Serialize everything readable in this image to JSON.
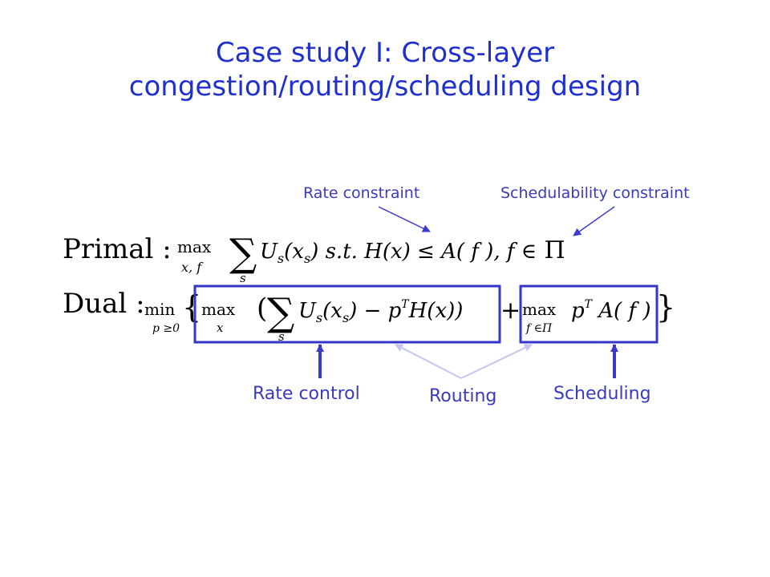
{
  "slide": {
    "title_line1": "Case study I: Cross-layer",
    "title_line2": "congestion/routing/scheduling design"
  },
  "annotations": {
    "rate_constraint": "Rate constraint",
    "schedulability_constraint": "Schedulability constraint",
    "rate_control": "Rate control",
    "routing": "Routing",
    "scheduling": "Scheduling"
  },
  "colors": {
    "title": "#1f2fd0",
    "label": "#3a3ac0",
    "box": "#3535c8",
    "arrow_dark": "#3a3ad0",
    "arrow_light": "#c4c4f0"
  }
}
